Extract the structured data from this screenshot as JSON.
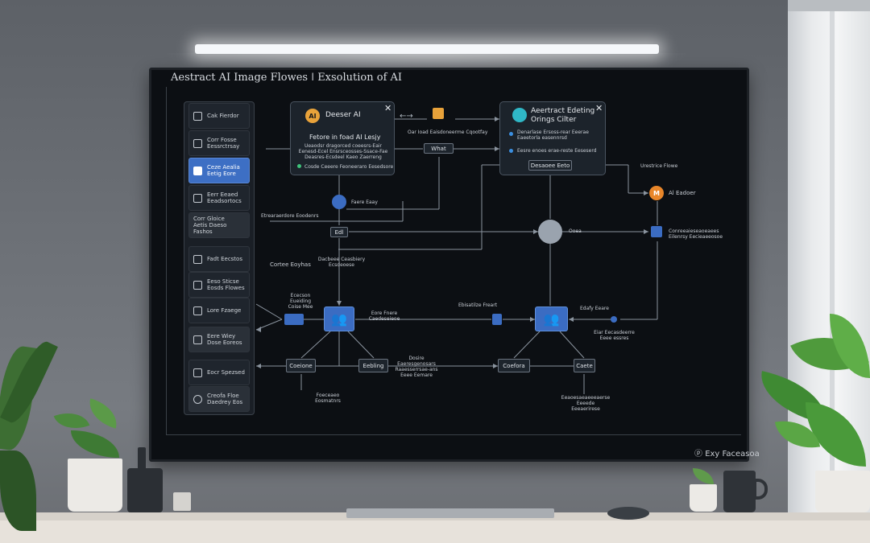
{
  "screen": {
    "title": "Aestract AI Image Flowes ǀ Exsolution of AI",
    "footer": "Exy Faceasoa"
  },
  "sidebar": {
    "items": [
      {
        "label": "Cak Fierdor"
      },
      {
        "label": "Corr Fosse\nEessrctrsay"
      },
      {
        "label": "Ceze Aealia\nEetig Eore"
      },
      {
        "label": "Eerr Eeaed\nEeadsortocs"
      },
      {
        "label": "Corr Gloice\nAetis  Daeso Fashos"
      },
      {
        "label": "Fadt Eecstos"
      },
      {
        "label": "Eeso Sticse\nEosds Flowes"
      },
      {
        "label": "Lore Fzaege"
      },
      {
        "label": "Eere Wiey\nDose Eoreos"
      },
      {
        "label": "Eocr Spezsed"
      },
      {
        "label": "Creofa Floe\nDaedrey Eos"
      }
    ]
  },
  "panel_left": {
    "badge": "AI",
    "title": "Deeser AI",
    "subtitle": "Fetore in foad AI Lesjy",
    "body": "Ueaodsr dragorced coeesrs-Eair\nEenesd-Ecel  Ensrsceosses-Ssace-Fae\nDeasres-Ecsdeel Kaeo Zaerreng",
    "footer": "Cosde Ceeere Feoneeraro Eesedsore"
  },
  "panel_right": {
    "title": "Aeertract Edeting\nOrings Cilter",
    "line1": "Denarlase Ersoss-rear Eeerae\nEaeetorla easennrsd",
    "line2": "Eesre enoes erae-reste Eeseserd",
    "button": "Desaoee Eeto"
  },
  "labels": {
    "top_mid": "Oar Ioad Eaisdoneerme Cqootfay",
    "what": "What",
    "faere": "Faere Eaay",
    "edl": "Edl",
    "oaea": "Ooea",
    "left_note": "Etrearaerdore Eoodenrs",
    "cortee": "Cortee Eoyhas",
    "dacbee": "Dacbeee Ceasbiery\nEcsdeoese",
    "eceeon": "Ececson Eueiding\nCoise Mee",
    "eore_fnere": "Eore Fnere\nCaedeseieoe",
    "ebisailze": "Ebisatilze Freart",
    "eday": "Edafy Eeare",
    "right_flowe": "Urestrice Flowe",
    "ai_eadoer": "Al Eadoer",
    "conreeas": "Conreeaieseaoeaees\nEilenrsy Eecieaeeosoe",
    "eiar": "Eiar Eecasdeerre\nEeee essres",
    "coeione": "Coeione",
    "eebling": "Eebling",
    "dosire": "Dosire\nEaeresgenosars\nRaaesserrsae-ans\nEeee Eemare",
    "eosmatn": "Foeceaeo\nEosmatnrs",
    "coefora": "Coefora",
    "caete": "Caete",
    "bottom_right": "Eeaoesaeaeeeaerse Eeeede\nEeeaerirese",
    "top_right_arrow": "←→"
  },
  "colors": {
    "node_blue": "#3b6cc2",
    "badge_orange": "#e8a23a",
    "badge_teal": "#2fb7c6",
    "accent_orange": "#e8862a",
    "screen_bg": "#0c0f13"
  }
}
